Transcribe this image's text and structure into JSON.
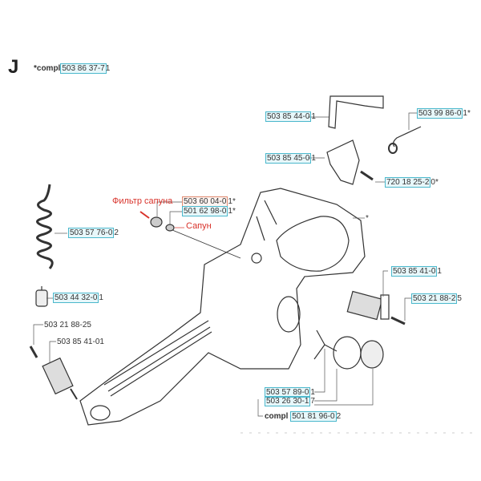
{
  "section": {
    "letter": "J",
    "compl_prefix": "*compl",
    "compl_number": "503 86 37-7",
    "compl_tail": "1"
  },
  "labels": {
    "filter_name": "Фильтр сапуна",
    "filter_number": "503 60 04-0",
    "filter_tail": "1*",
    "breather_number": "501 62 98-0",
    "breather_tail": "1*",
    "breather_name": "Сапун",
    "spring_left": "503 57 76-0",
    "spring_left_tail": "2",
    "buffer": "503 44 32-0",
    "buffer_tail": "1",
    "screw_left": "503 21 88-25",
    "av_left": "503 85 41-01",
    "trigger": "503 85 44-0",
    "trigger_tail": "1",
    "spring_right": "503 99 86-0",
    "spring_right_tail": "1*",
    "lockout": "503 85 45-0",
    "lockout_tail": "1",
    "pin": "720 18 25-2",
    "pin_tail": "0*",
    "handle_star": "*",
    "av_right": "503 85 41-0",
    "av_right_tail": "1",
    "screw_right": "503 21 88-2",
    "screw_right_tail": "5",
    "clip": "503 57 89-0",
    "clip_tail": "1",
    "oring": "503 26 30-1",
    "oring_tail": "7",
    "cap_prefix": "compl",
    "cap_number": "501 81 96-0",
    "cap_tail": "2"
  },
  "colors": {
    "box": "#4bb8cc",
    "red": "#d8322a"
  }
}
